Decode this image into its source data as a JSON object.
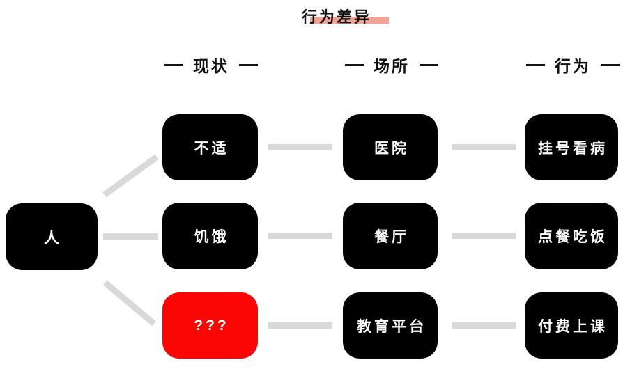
{
  "title": {
    "text": "行为差异"
  },
  "headers": [
    {
      "label": "现状"
    },
    {
      "label": "场所"
    },
    {
      "label": "行为"
    }
  ],
  "person_node": {
    "label": "人",
    "bg": "#000000"
  },
  "rows": [
    {
      "status": {
        "label": "不适",
        "bg": "#000000"
      },
      "place": {
        "label": "医院"
      },
      "behavior": {
        "label": "挂号看病"
      }
    },
    {
      "status": {
        "label": "饥饿",
        "bg": "#000000"
      },
      "place": {
        "label": "餐厅"
      },
      "behavior": {
        "label": "点餐吃饭"
      }
    },
    {
      "status": {
        "label": "???",
        "bg": "#fb0505"
      },
      "place": {
        "label": "教育平台"
      },
      "behavior": {
        "label": "付费上课"
      }
    }
  ],
  "colors": {
    "node_bg": "#000000",
    "node_text": "#ffffff",
    "connector": "#d9d9d9",
    "status_unknown_bg": "#fb0505",
    "title_highlight": "#f5a193"
  }
}
